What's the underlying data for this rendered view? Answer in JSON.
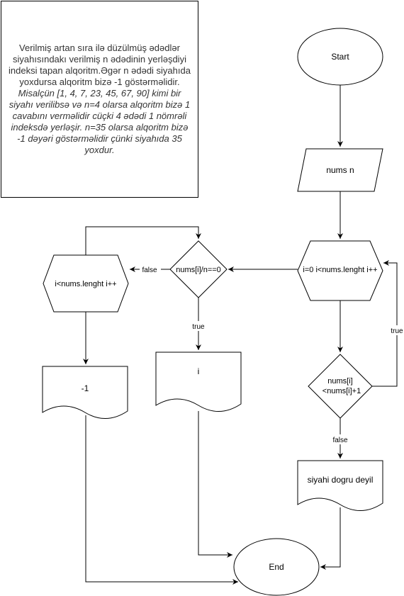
{
  "description": {
    "normal": "Verilmiş artan sıra ilə düzülmüş ədədlər siyahısındakı verilmiş n ədədinin yerləşdiyi indeksi  tapan alqoritm.Əgər n ədədi siyahıda yoxdursa alqoritm bizə -1 göstərməlidir. ",
    "italic": "Misalçün [1, 4, 7, 23,  45, 67, 90] kimi bir siyahı verilibsə və n=4 olarsa alqoritm bizə 1 cavabını verməlidir cüçki 4 ədədi 1 nömrəli indeksdə yerləşir. n=35 olarsa alqoritm bizə -1 dəyəri göstərməlidir çünki siyahıda 35 yoxdur."
  },
  "nodes": {
    "start": "Start",
    "input": "nums n",
    "loop_main": "i=0 i<nums.lenght i++",
    "check_sorted_line1": "nums[i]",
    "check_sorted_line2": "<nums[i]+1",
    "not_sorted_output": "siyahi dogru deyil",
    "check_equal": "nums[i]/n==0",
    "output_index": "i",
    "loop_second": "i<nums.lenght i++",
    "output_minus_one": "-1",
    "end": "End"
  },
  "edges": {
    "true_loop_back": "true",
    "false_to_not_sorted": "false",
    "false_to_second_loop": "false",
    "true_to_index": "true"
  }
}
